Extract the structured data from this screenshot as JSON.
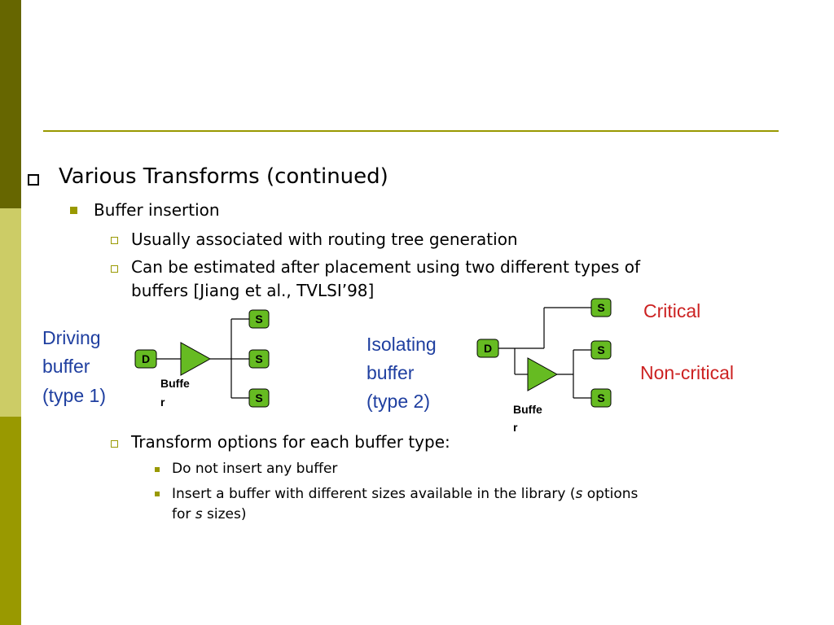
{
  "bullets": {
    "level1": "Various Transforms (continued)",
    "level2": "Buffer insertion",
    "level3_a": " Usually associated with routing tree generation",
    "level3_b_line1": " Can be estimated after placement using two different types of",
    "level3_b_line2": "buffers [Jiang et al., TVLSI’98]",
    "level3_c": "Transform options for each buffer type:",
    "level4_a": "Do not insert any buffer",
    "level4_b_prefix": "Insert a  buffer with different sizes available in the library (",
    "level4_b_italic1": "s",
    "level4_b_mid": " options",
    "level4_b_line2_prefix": "for ",
    "level4_b_italic2": "s",
    "level4_b_suffix": " sizes)"
  },
  "diagram": {
    "left": {
      "caption": [
        "Driving",
        "buffer",
        "(type 1)"
      ],
      "driver": "D",
      "sinks": [
        "S",
        "S",
        "S"
      ],
      "buffer_label": [
        "Buffe",
        "r"
      ]
    },
    "right": {
      "caption": [
        "Isolating",
        "buffer",
        "(type 2)"
      ],
      "driver": "D",
      "sinks": [
        "S",
        "S",
        "S"
      ],
      "buffer_label": [
        "Buffe",
        "r"
      ],
      "critical_label": "Critical",
      "noncritical_label": "Non-critical"
    },
    "colors": {
      "node_fill": "#66bb22",
      "buffer_fill": "#66bb22",
      "caption_blue": "#1f3fa0",
      "label_red": "#cc2222"
    }
  }
}
